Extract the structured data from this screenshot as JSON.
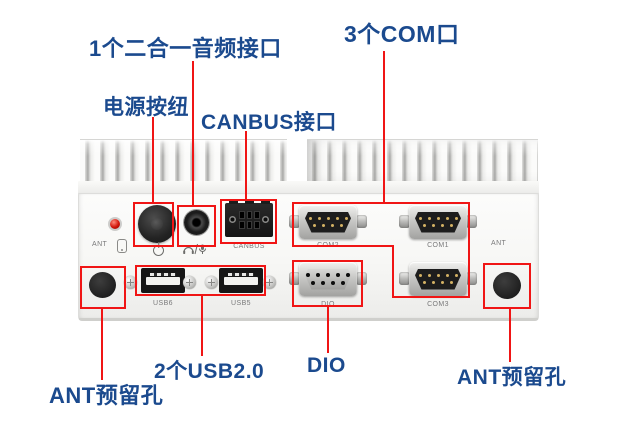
{
  "colors": {
    "label_blue": "#1b4a8e",
    "annotation_red": "#f01515",
    "chassis_white": "#f7f7f5"
  },
  "callouts": {
    "audio": "1个二合一音频接口",
    "power": "电源按纽",
    "canbus": "CANBUS接口",
    "com": "3个COM口",
    "ant_left": "ANT预留孔",
    "usb": "2个USB2.0",
    "dio": "DIO",
    "ant_right": "ANT预留孔"
  },
  "panel_labels": {
    "ant_left": "ANT",
    "canbus": "CANBUS",
    "com2": "COM2",
    "com1": "COM1",
    "ant_right": "ANT",
    "usb6": "USB6",
    "usb5": "USB5",
    "dio": "DIO",
    "com3": "COM3"
  }
}
